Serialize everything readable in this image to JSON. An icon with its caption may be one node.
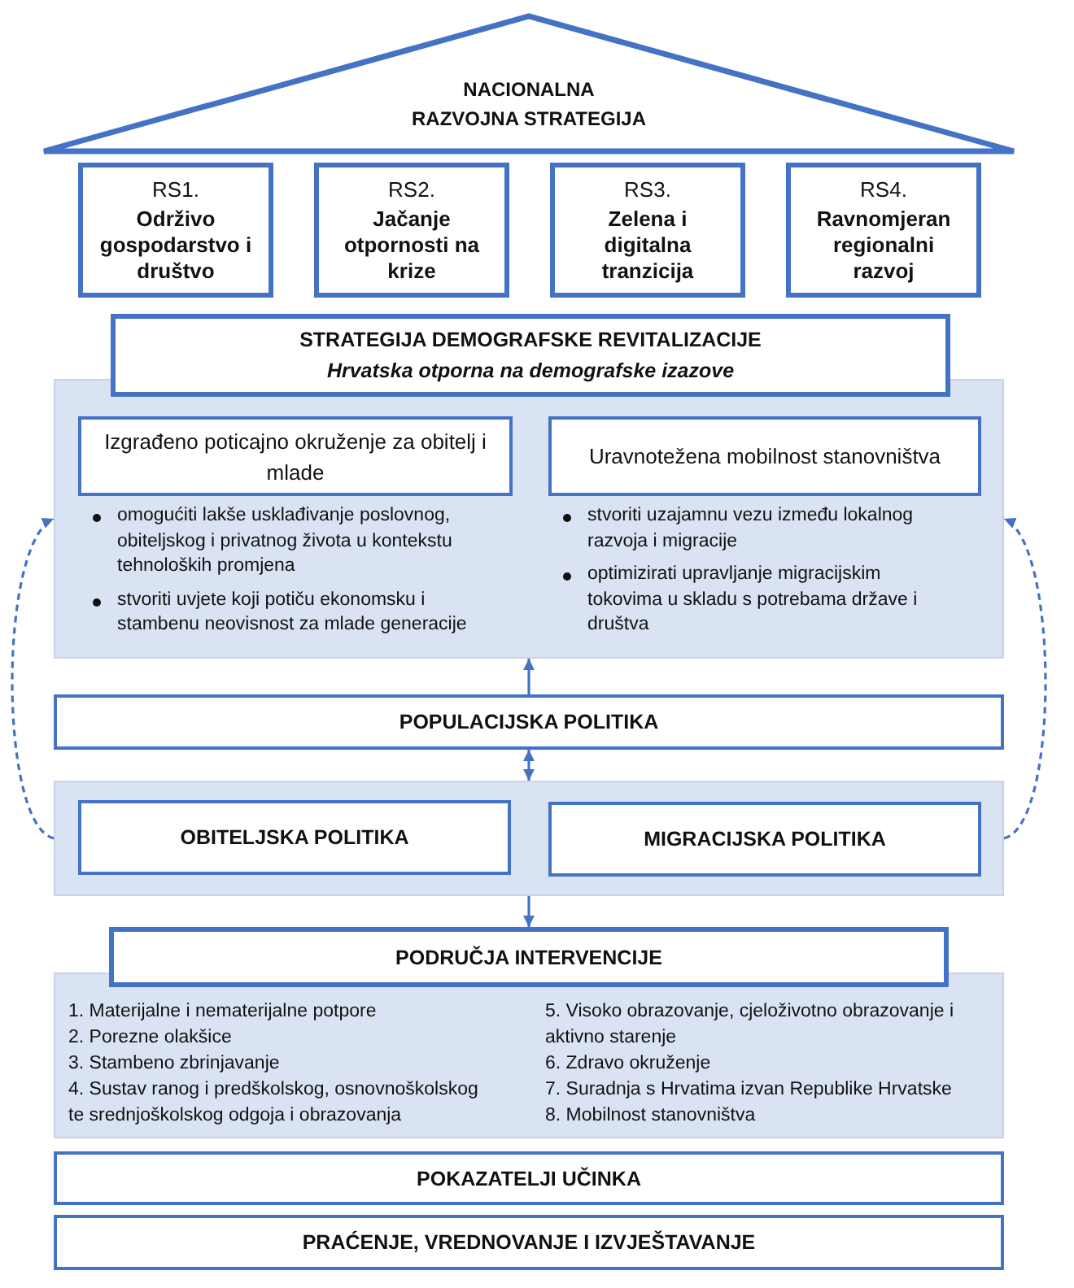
{
  "diagram": {
    "nodes": [
      {
        "text": [
          "NACIONALNA RAZVOJNA STRATEGIJA"
        ]
      },
      {
        "text": [
          "RS1.",
          "Održivo gospodarstvo i društvo"
        ]
      },
      {
        "text": [
          "RS2.",
          "Jačanje otpornosti na krize"
        ]
      },
      {
        "text": [
          "RS3.",
          "Zelena i digitalna tranzicija"
        ]
      },
      {
        "text": [
          "RS4.",
          "Ravnomjeran regionalni razvoj"
        ]
      },
      {
        "text": [
          "STRATEGIJA DEMOGRAFSKE REVITALIZACIJE",
          "Hrvatska otporna na demografske izazove"
        ]
      },
      {
        "text": [],
        "shape": "box"
      },
      {
        "text": [
          "Izgrađeno poticajno okruženje za obitelj i mlade"
        ],
        "in": 6,
        "beside": [
          "omogućiti lakše usklađivanje poslovnog, obiteljskog i privatnog života u kontekstu tehnoloških promjena",
          "stvoriti uvjete koji potiču ekonomsku i stambenu neovisnost za mlade generacije"
        ]
      },
      {
        "text": [
          "Uravnotežena mobilnost stanovništva"
        ],
        "in": 6,
        "beside": [
          "stvoriti uzajamnu vezu između lokalnog razvoja i migracije",
          "optimizirati upravljanje migracijskim tokovima u skladu s potrebama države i društva"
        ]
      },
      {
        "text": [
          "POPULACIJSKA POLITIKA"
        ]
      },
      {
        "text": [],
        "shape": "box"
      },
      {
        "text": [
          "OBITELJSKA POLITIKA"
        ],
        "in": 10
      },
      {
        "text": [
          "MIGRACIJSKA POLITIKA"
        ],
        "in": 10
      },
      {
        "text": [
          "PODRUČJA INTERVENCIJE"
        ]
      },
      {
        "text": [
          "1. Materijalne i nematerijalne potpore",
          "2. Porezne olakšice",
          "3. Stambeno zbrinjavanje",
          "4. Sustav ranog i predškolskog, osnovnoškolskog te srednjoškolskog odgoja i obrazovanja",
          "5. Visoko obrazovanje, cjeloživotno obrazovanje i aktivno starenje",
          "6. Zdravo okruženje",
          "7. Suradnja s Hrvatima izvan Republike Hrvatske",
          "8. Mobilnost stanovništva"
        ]
      },
      {
        "text": [
          "POKAZATELJI UČINKA"
        ]
      },
      {
        "text": [
          "PRAĆENJE, VREDNOVANJE I IZVJEŠTAVANJE"
        ]
      }
    ],
    "edges": [
      {
        "from": 9,
        "to": 6,
        "arrow": "to"
      },
      {
        "from": 9,
        "to": 10,
        "arrow": "both"
      },
      {
        "from": 10,
        "to": 13,
        "arrow": "to"
      },
      {
        "from": 10,
        "to": 6,
        "arrow": "to",
        "style": "dashed"
      },
      {
        "from": 10,
        "to": 6,
        "arrow": "to",
        "style": "dashed"
      }
    ]
  }
}
